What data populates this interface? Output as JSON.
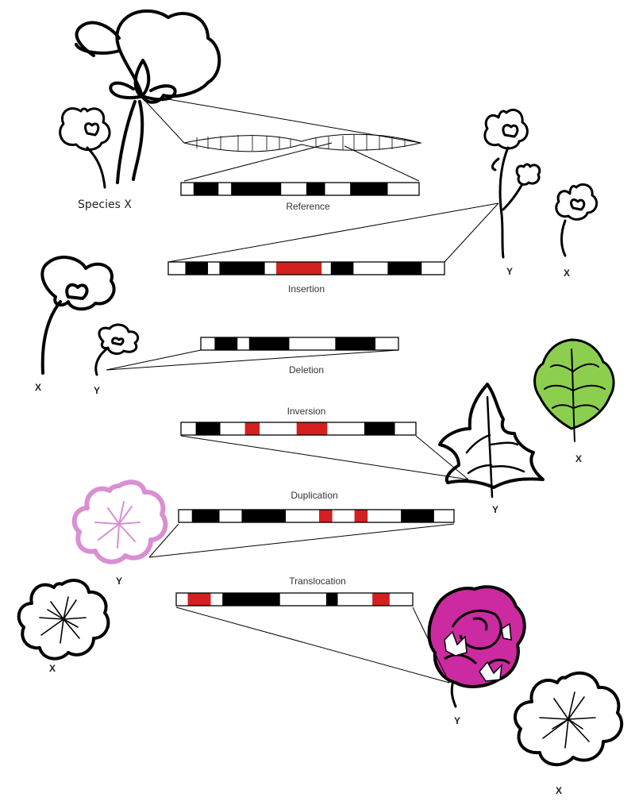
{
  "labels": {
    "species_x": "Species X",
    "reference": "Reference",
    "insertion": "Insertion",
    "deletion": "Deletion",
    "inversion": "Inversion",
    "duplication": "Duplication",
    "translocation": "Translocation",
    "x": "X",
    "y": "Y"
  },
  "colors": {
    "black_segment": "#000000",
    "variant_segment": "#d42020",
    "leaf_fill": "#8ccf4e",
    "pink_flower": "#d98fd2",
    "rose_fill": "#cc2aa0"
  },
  "bars": [
    {
      "name": "reference",
      "segments": [
        [
          "white",
          1
        ],
        [
          "black",
          2
        ],
        [
          "white",
          1
        ],
        [
          "black",
          4
        ],
        [
          "white",
          2
        ],
        [
          "black",
          1.5
        ],
        [
          "white",
          2
        ],
        [
          "black",
          3
        ],
        [
          "white",
          2.5
        ]
      ]
    },
    {
      "name": "insertion",
      "segments": [
        [
          "white",
          1.5
        ],
        [
          "black",
          2
        ],
        [
          "white",
          1
        ],
        [
          "black",
          4
        ],
        [
          "white",
          1
        ],
        [
          "red",
          4
        ],
        [
          "white",
          0.8
        ],
        [
          "black",
          2
        ],
        [
          "white",
          3
        ],
        [
          "black",
          3
        ],
        [
          "white",
          2
        ]
      ]
    },
    {
      "name": "deletion",
      "segments": [
        [
          "white",
          1.2
        ],
        [
          "black",
          2
        ],
        [
          "white",
          1
        ],
        [
          "black",
          3.5
        ],
        [
          "white",
          4
        ],
        [
          "black",
          3.5
        ],
        [
          "white",
          2
        ]
      ]
    },
    {
      "name": "inversion",
      "segments": [
        [
          "white",
          1.2
        ],
        [
          "black",
          2
        ],
        [
          "white",
          2
        ],
        [
          "red",
          1.2
        ],
        [
          "white",
          3
        ],
        [
          "red",
          2.5
        ],
        [
          "white",
          3
        ],
        [
          "black",
          2.5
        ],
        [
          "white",
          1.7
        ]
      ]
    },
    {
      "name": "duplication",
      "segments": [
        [
          "white",
          1.2
        ],
        [
          "black",
          2.5
        ],
        [
          "white",
          2
        ],
        [
          "black",
          4
        ],
        [
          "white",
          3
        ],
        [
          "red",
          1.2
        ],
        [
          "white",
          2
        ],
        [
          "red",
          1.2
        ],
        [
          "white",
          3
        ],
        [
          "black",
          3
        ],
        [
          "white",
          1.8
        ]
      ]
    },
    {
      "name": "translocation",
      "segments": [
        [
          "white",
          1
        ],
        [
          "red",
          2
        ],
        [
          "white",
          1
        ],
        [
          "black",
          5
        ],
        [
          "white",
          4
        ],
        [
          "black",
          1
        ],
        [
          "white",
          3
        ],
        [
          "red",
          1.5
        ],
        [
          "white",
          2
        ]
      ]
    }
  ]
}
